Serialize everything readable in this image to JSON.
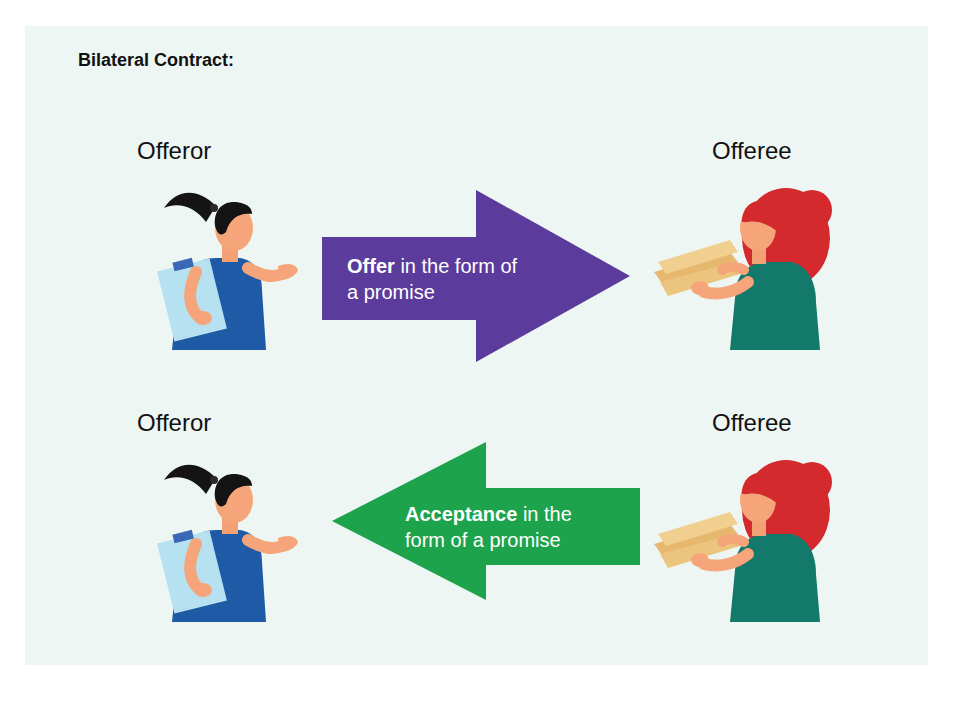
{
  "diagram": {
    "title": "Bilateral Contract:",
    "nodes": [
      {
        "text": [
          "Offer",
          "in the form of a promise"
        ]
      },
      {
        "text": [
          "Acceptance",
          "in the form of a promise"
        ]
      }
    ],
    "labels": [
      "Offeror",
      "Offeree",
      "Offeror",
      "Offeree"
    ]
  }
}
